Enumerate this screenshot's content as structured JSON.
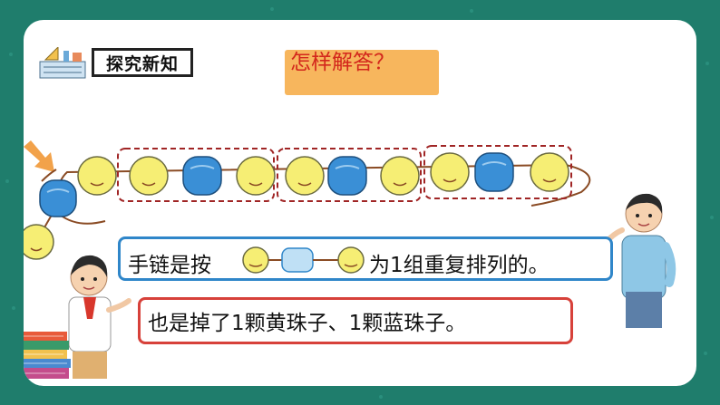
{
  "header": {
    "title": "探究新知"
  },
  "question": {
    "text": "怎样解答？"
  },
  "sentence1": {
    "before": "手链是按",
    "after": "为1组重复排列的。"
  },
  "sentence2": {
    "text": "也是掉了1颗黄珠子、1颗蓝珠子。"
  },
  "colors": {
    "background": "#1f7d6c",
    "yellow_bead": "#f6ee74",
    "blue_bead": "#3a8fd6",
    "group_border": "#a02525",
    "question_bg": "#f7b65d",
    "question_text": "#d3271c",
    "sentence1_border": "#2f86c9",
    "sentence2_border": "#d7413a"
  },
  "icons": [
    "geometry-tools-icon",
    "arrow-pointer-icon",
    "book-stack-icon",
    "boy-character",
    "girl-character"
  ]
}
